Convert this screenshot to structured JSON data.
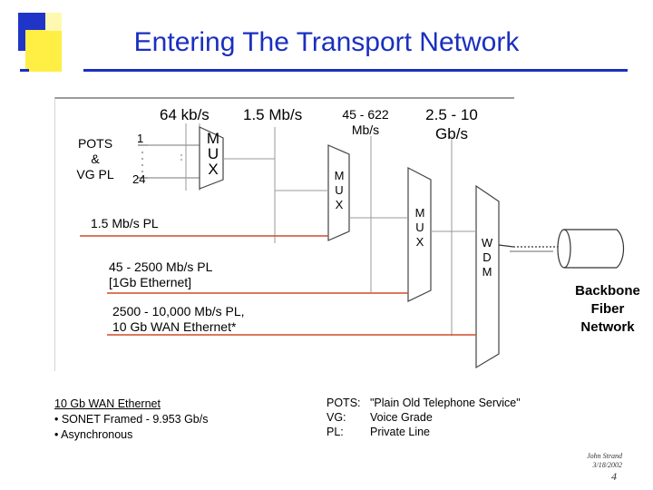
{
  "title": "Entering The Transport Network",
  "rates": {
    "r64k": "64 kb/s",
    "r15m": "1.5 Mb/s",
    "r45_622": "45 - 622\nMb/s",
    "r25_10": "2.5 - 10\nGb/s"
  },
  "pots_label": "POTS\n&\nVG PL",
  "channel_first": "1",
  "channel_last": "24",
  "mux_letters": [
    "M",
    "U",
    "X"
  ],
  "wdm_letters": [
    "W",
    "D",
    "M"
  ],
  "lines": {
    "pl_15": "1.5 Mb/s PL",
    "pl_45_2500": "45 - 2500 Mb/s PL\n[1Gb Ethernet]",
    "pl_2500_10000": "2500 - 10,000 Mb/s PL,\n10 Gb WAN Ethernet*"
  },
  "backbone_label": "Backbone\nFiber\nNetwork",
  "footnote": {
    "heading": "10 Gb WAN Ethernet",
    "items": [
      "• SONET Framed - 9.953 Gb/s",
      "• Asynchronous"
    ]
  },
  "glossary": [
    {
      "term": "POTS:",
      "def": "\"Plain Old Telephone Service\""
    },
    {
      "term": "VG:",
      "def": "Voice Grade"
    },
    {
      "term": "PL:",
      "def": "Private Line"
    }
  ],
  "author": "John Strand",
  "date": "3/18/2002",
  "page": "4",
  "colors": {
    "accent": "#1a2fc0",
    "line_red": "#d04a2a",
    "brand_yellow": "#ffee44"
  }
}
